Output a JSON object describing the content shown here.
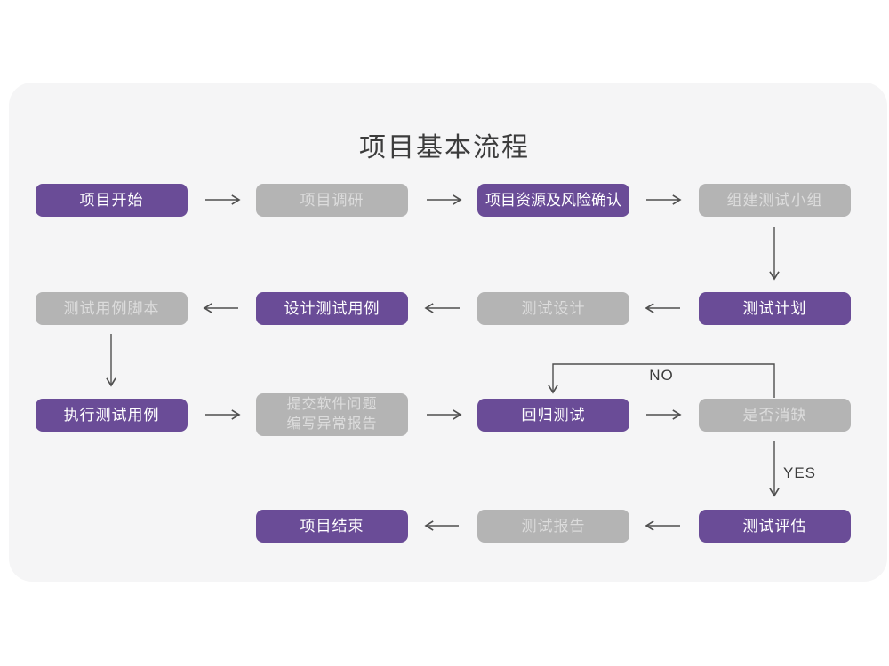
{
  "title": "项目基本流程",
  "theme": {
    "purple": "#6A4C97",
    "gray_box": "#B4B4B4",
    "gray_text": "#DCDCDC",
    "purple_text": "#FFFFFF",
    "arrow": "#4F4F4F",
    "card_bg": "#F5F5F6",
    "page_bg": "#FFFFFF",
    "title_color": "#3C3C3C"
  },
  "decision_labels": {
    "no": "NO",
    "yes": "YES"
  },
  "nodes": {
    "start": {
      "label": "项目开始",
      "type": "primary"
    },
    "research": {
      "label": "项目调研",
      "type": "secondary"
    },
    "risk": {
      "label": "项目资源及风险确认",
      "type": "primary"
    },
    "team": {
      "label": "组建测试小组",
      "type": "secondary"
    },
    "plan": {
      "label": "测试计划",
      "type": "primary"
    },
    "test_design": {
      "label": "测试设计",
      "type": "secondary"
    },
    "case_design": {
      "label": "设计测试用例",
      "type": "primary"
    },
    "case_script": {
      "label": "测试用例脚本",
      "type": "secondary"
    },
    "case_exec": {
      "label": "执行测试用例",
      "type": "primary"
    },
    "submit_report": {
      "line1": "提交软件问题",
      "line2": "编写异常报告",
      "type": "secondary"
    },
    "regression": {
      "label": "回归测试",
      "type": "primary"
    },
    "defect_check": {
      "label": "是否消缺",
      "type": "secondary"
    },
    "evaluate": {
      "label": "测试评估",
      "type": "primary"
    },
    "test_report": {
      "label": "测试报告",
      "type": "secondary"
    },
    "end": {
      "label": "项目结束",
      "type": "primary"
    }
  },
  "edges": [
    {
      "from": "start",
      "to": "research"
    },
    {
      "from": "research",
      "to": "risk"
    },
    {
      "from": "risk",
      "to": "team"
    },
    {
      "from": "team",
      "to": "plan"
    },
    {
      "from": "plan",
      "to": "test_design"
    },
    {
      "from": "test_design",
      "to": "case_design"
    },
    {
      "from": "case_design",
      "to": "case_script"
    },
    {
      "from": "case_script",
      "to": "case_exec"
    },
    {
      "from": "case_exec",
      "to": "submit_report"
    },
    {
      "from": "submit_report",
      "to": "regression"
    },
    {
      "from": "regression",
      "to": "defect_check"
    },
    {
      "from": "defect_check",
      "to": "regression",
      "label": "NO"
    },
    {
      "from": "defect_check",
      "to": "evaluate",
      "label": "YES"
    },
    {
      "from": "evaluate",
      "to": "test_report"
    },
    {
      "from": "test_report",
      "to": "end"
    }
  ]
}
